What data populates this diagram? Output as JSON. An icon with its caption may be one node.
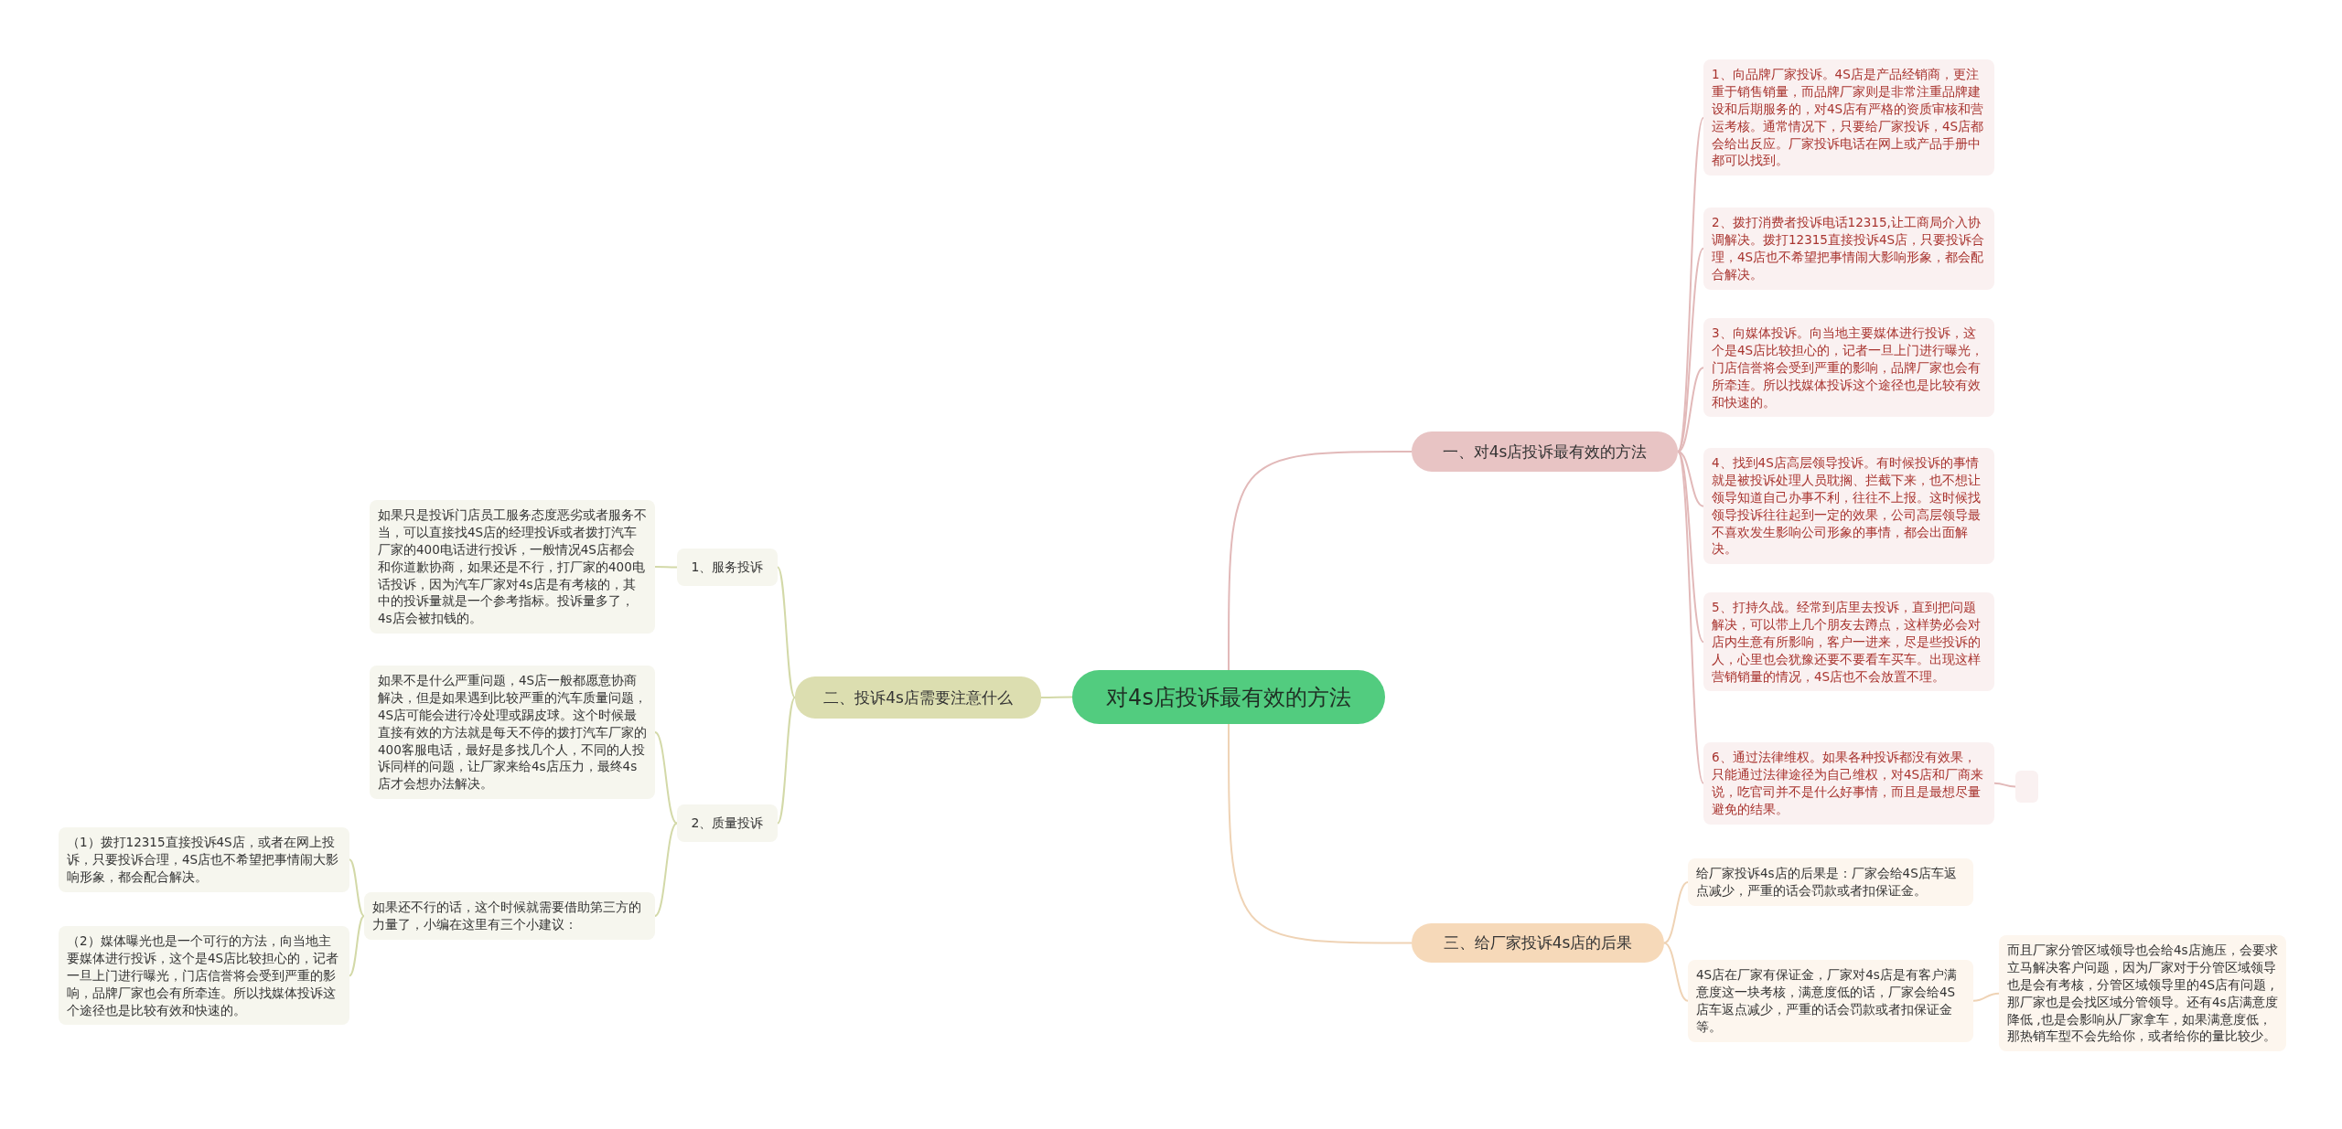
{
  "diagram": {
    "nodes": [
      {
        "text": [
          "对4s店投诉最有效的方法"
        ]
      },
      {
        "text": [
          "一、对4s店投诉最有效的方法"
        ]
      },
      {
        "text": [
          "1、向品牌厂家投诉。4S店是产品经销商，更注重于销售销量，而品牌厂家则是非常注重品牌建设和后期服务的，对4S店有严格的资质审核和营运考核。通常情况下，只要给厂家投诉，4S店都会给出反应。厂家投诉电话在网上或产品手册中都可以找到。"
        ]
      },
      {
        "text": [
          "2、拨打消费者投诉电话12315,让工商局介入协调解决。拨打12315直接投诉4S店，只要投诉合理，4S店也不希望把事情闹大影响形象，都会配合解决。"
        ]
      },
      {
        "text": [
          "3、向媒体投诉。向当地主要媒体进行投诉，这个是4S店比较担心的，记者一旦上门进行曝光，门店信誉将会受到严重的影响，品牌厂家也会有所牵连。所以找媒体投诉这个途径也是比较有效和快速的。"
        ]
      },
      {
        "text": [
          "4、找到4S店高层领导投诉。有时候投诉的事情就是被投诉处理人员耽搁、拦截下来，也不想让领导知道自己办事不利，往往不上报。这时候找领导投诉往往起到一定的效果，公司高层领导最不喜欢发生影响公司形象的事情，都会出面解决。"
        ]
      },
      {
        "text": [
          "5、打持久战。经常到店里去投诉，直到把问题解决，可以带上几个朋友去蹲点，这样势必会对店内生意有所影响，客户一进来，尽是些投诉的人，心里也会犹豫还要不要看车买车。出现这样营销销量的情况，4S店也不会放置不理。"
        ]
      },
      {
        "text": [
          "6、通过法律维权。如果各种投诉都没有效果，只能通过法律途径为自己维权，对4S店和厂商来说，吃官司并不是什么好事情，而且是最想尽量避免的结果。"
        ]
      },
      {
        "text": [],
        "shape": "box"
      },
      {
        "text": [
          "二、投诉4s店需要注意什么"
        ]
      },
      {
        "text": [
          "1、服务投诉"
        ]
      },
      {
        "text": [
          "如果只是投诉门店员工服务态度恶劣或者服务不当，可以直接找4S店的经理投诉或者拨打汽车厂家的400电话进行投诉，一般情况4S店都会和你道歉协商，如果还是不行，打厂家的400电话投诉，因为汽车厂家对4s店是有考核的，其中的投诉量就是一个参考指标。投诉量多了，4s店会被扣钱的。"
        ]
      },
      {
        "text": [
          "2、质量投诉"
        ]
      },
      {
        "text": [
          "如果不是什么严重问题，4S店一般都愿意协商解决，但是如果遇到比较严重的汽车质量问题，4S店可能会进行冷处理或踢皮球。这个时候最直接有效的方法就是每天不停的拨打汽车厂家的400客服电话，最好是多找几个人，不同的人投诉同样的问题，让厂家来给4s店压力，最终4s店才会想办法解决。"
        ]
      },
      {
        "text": [
          "如果还不行的话，这个时候就需要借助第三方的力量了，小编在这里有三个小建议："
        ]
      },
      {
        "text": [
          "（1）拨打12315直接投诉4S店，或者在网上投诉，只要投诉合理，4S店也不希望把事情闹大影响形象，都会配合解决。"
        ]
      },
      {
        "text": [
          "（2）媒体曝光也是一个可行的方法，向当地主要媒体进行投诉，这个是4S店比较担心的，记者一旦上门进行曝光，门店信誉将会受到严重的影响，品牌厂家也会有所牵连。所以找媒体投诉这个途径也是比较有效和快速的。"
        ]
      },
      {
        "text": [
          "三、给厂家投诉4s店的后果"
        ]
      },
      {
        "text": [
          "给厂家投诉4s店的后果是：厂家会给4S店车返点减少，严重的话会罚款或者扣保证金。"
        ]
      },
      {
        "text": [
          "4S店在厂家有保证金，厂家对4s店是有客户满意度这一块考核，满意度低的话，厂家会给4S店车返点减少，严重的话会罚款或者扣保证金等。"
        ]
      },
      {
        "text": [
          "而且厂家分管区域领导也会给4s店施压，会要求立马解决客户问题，因为厂家对于分管区域领导也是会有考核，分管区域领导里的4S店有问题 ,那厂家也是会找区域分管领导。还有4s店满意度降低 ,也是会影响从厂家拿车，如果满意度低，那热销车型不会先给你，或者给你的量比较少。"
        ]
      }
    ],
    "edges": [
      {
        "from": 0,
        "to": 1,
        "arrow": "none",
        "color": "#e2b9b9"
      },
      {
        "from": 1,
        "to": 2,
        "arrow": "none",
        "color": "#e2b9b9"
      },
      {
        "from": 1,
        "to": 3,
        "arrow": "none",
        "color": "#e2b9b9"
      },
      {
        "from": 1,
        "to": 4,
        "arrow": "none",
        "color": "#e2b9b9"
      },
      {
        "from": 1,
        "to": 5,
        "arrow": "none",
        "color": "#e2b9b9"
      },
      {
        "from": 1,
        "to": 6,
        "arrow": "none",
        "color": "#e2b9b9"
      },
      {
        "from": 1,
        "to": 7,
        "arrow": "none",
        "color": "#e2b9b9"
      },
      {
        "from": 7,
        "to": 8,
        "arrow": "none",
        "color": "#e2b9b9"
      },
      {
        "from": 0,
        "to": 9,
        "arrow": "none",
        "color": "#d3d9a8"
      },
      {
        "from": 9,
        "to": 10,
        "arrow": "none",
        "color": "#d3d9a8"
      },
      {
        "from": 10,
        "to": 11,
        "arrow": "none",
        "color": "#d3d9a8"
      },
      {
        "from": 9,
        "to": 12,
        "arrow": "none",
        "color": "#d3d9a8"
      },
      {
        "from": 12,
        "to": 13,
        "arrow": "none",
        "color": "#d3d9a8"
      },
      {
        "from": 12,
        "to": 14,
        "arrow": "none",
        "color": "#d3d9a8"
      },
      {
        "from": 14,
        "to": 15,
        "arrow": "none",
        "color": "#d3d9a8"
      },
      {
        "from": 14,
        "to": 16,
        "arrow": "none",
        "color": "#d3d9a8"
      },
      {
        "from": 0,
        "to": 17,
        "arrow": "none",
        "color": "#efd3b5"
      },
      {
        "from": 17,
        "to": 18,
        "arrow": "none",
        "color": "#efd3b5"
      },
      {
        "from": 17,
        "to": 19,
        "arrow": "none",
        "color": "#efd3b5"
      },
      {
        "from": 19,
        "to": 20,
        "arrow": "none",
        "color": "#efd3b5"
      }
    ]
  }
}
